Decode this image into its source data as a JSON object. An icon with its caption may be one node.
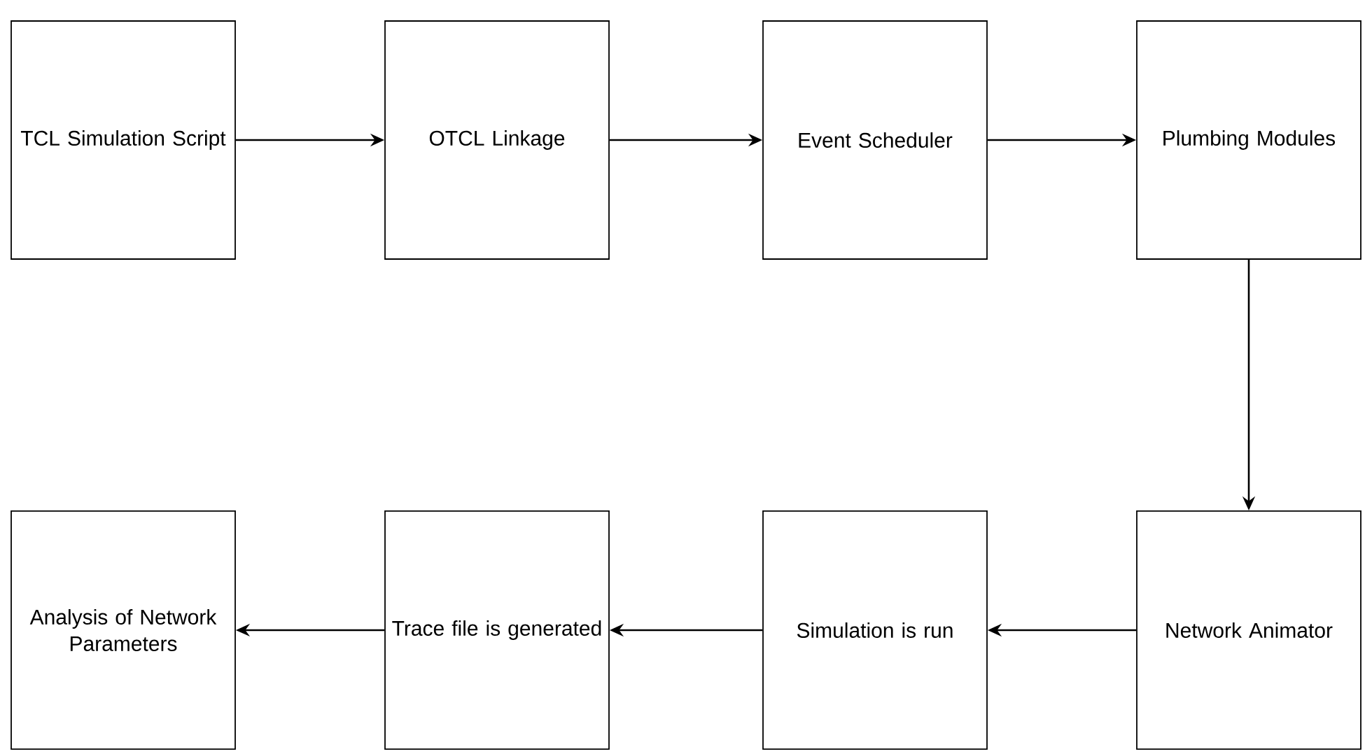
{
  "diagram": {
    "nodes": [
      {
        "text": [
          "TCL Simulation Script"
        ]
      },
      {
        "text": [
          "OTCL Linkage"
        ]
      },
      {
        "text": [
          "Event Scheduler"
        ]
      },
      {
        "text": [
          "Plumbing Modules"
        ]
      },
      {
        "text": [
          "Network Animator"
        ]
      },
      {
        "text": [
          "Simulation is run"
        ]
      },
      {
        "text": [
          "Trace file is generated"
        ]
      },
      {
        "text": [
          "Analysis of Network Parameters"
        ]
      }
    ],
    "edges": [
      {
        "from": 0,
        "to": 1,
        "arrow": "to"
      },
      {
        "from": 1,
        "to": 2,
        "arrow": "to"
      },
      {
        "from": 2,
        "to": 3,
        "arrow": "to"
      },
      {
        "from": 3,
        "to": 4,
        "arrow": "to"
      },
      {
        "from": 4,
        "to": 5,
        "arrow": "to"
      },
      {
        "from": 5,
        "to": 6,
        "arrow": "to"
      },
      {
        "from": 6,
        "to": 7,
        "arrow": "to"
      }
    ]
  }
}
